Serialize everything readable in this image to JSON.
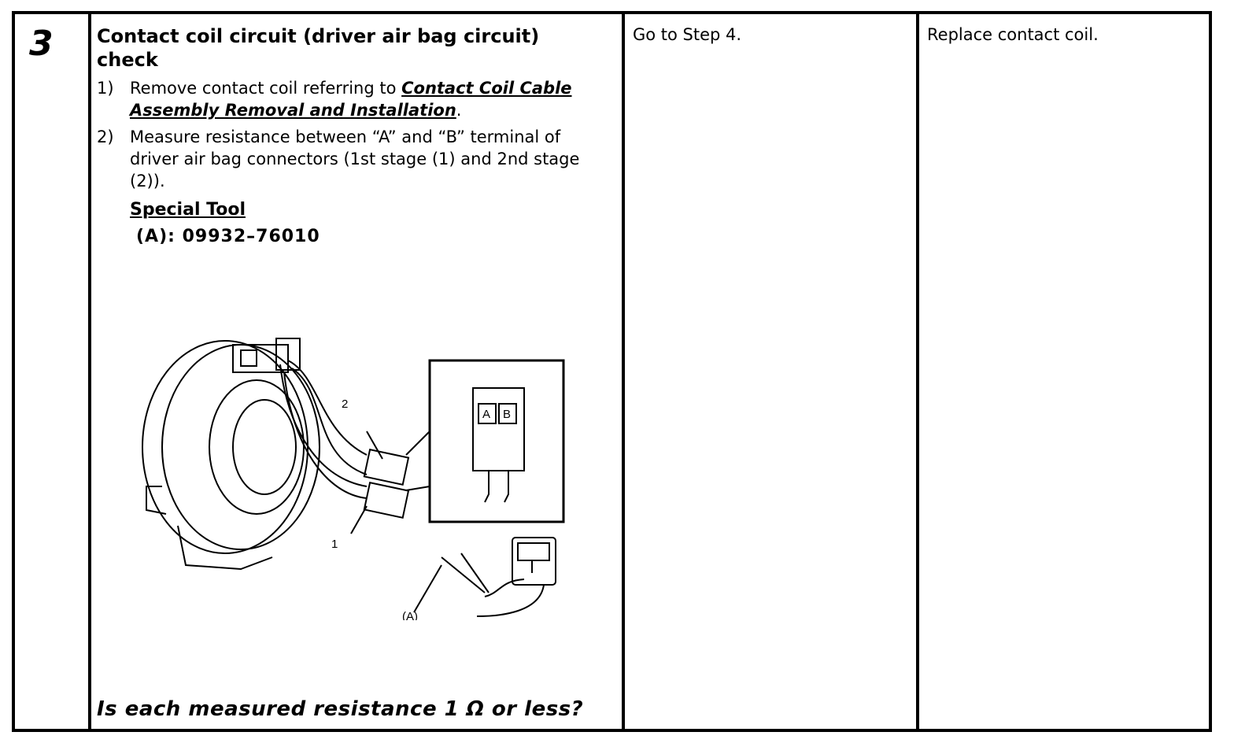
{
  "step_number": "3",
  "check": {
    "title_line1": "Contact coil circuit (driver air bag circuit)",
    "title_line2": "check",
    "items": [
      {
        "num": "1)",
        "text_before": "Remove contact coil referring to ",
        "link": "Contact Coil Cable Assembly Removal and Installation",
        "text_after": "."
      },
      {
        "num": "2)",
        "text": "Measure resistance between “A” and “B” terminal of driver air bag connectors (1st stage (1) and 2nd stage (2))."
      }
    ],
    "special_tool_label": "Special Tool",
    "special_tool_value": "(A):  09932–76010",
    "figure": {
      "label_1": "1",
      "label_2": "2",
      "label_a_terminal": "A",
      "label_b_terminal": "B",
      "label_tool": "(A)"
    },
    "question": "Is each measured resistance 1 Ω or less?"
  },
  "yes_result": "Go to Step 4.",
  "no_result": "Replace contact coil."
}
